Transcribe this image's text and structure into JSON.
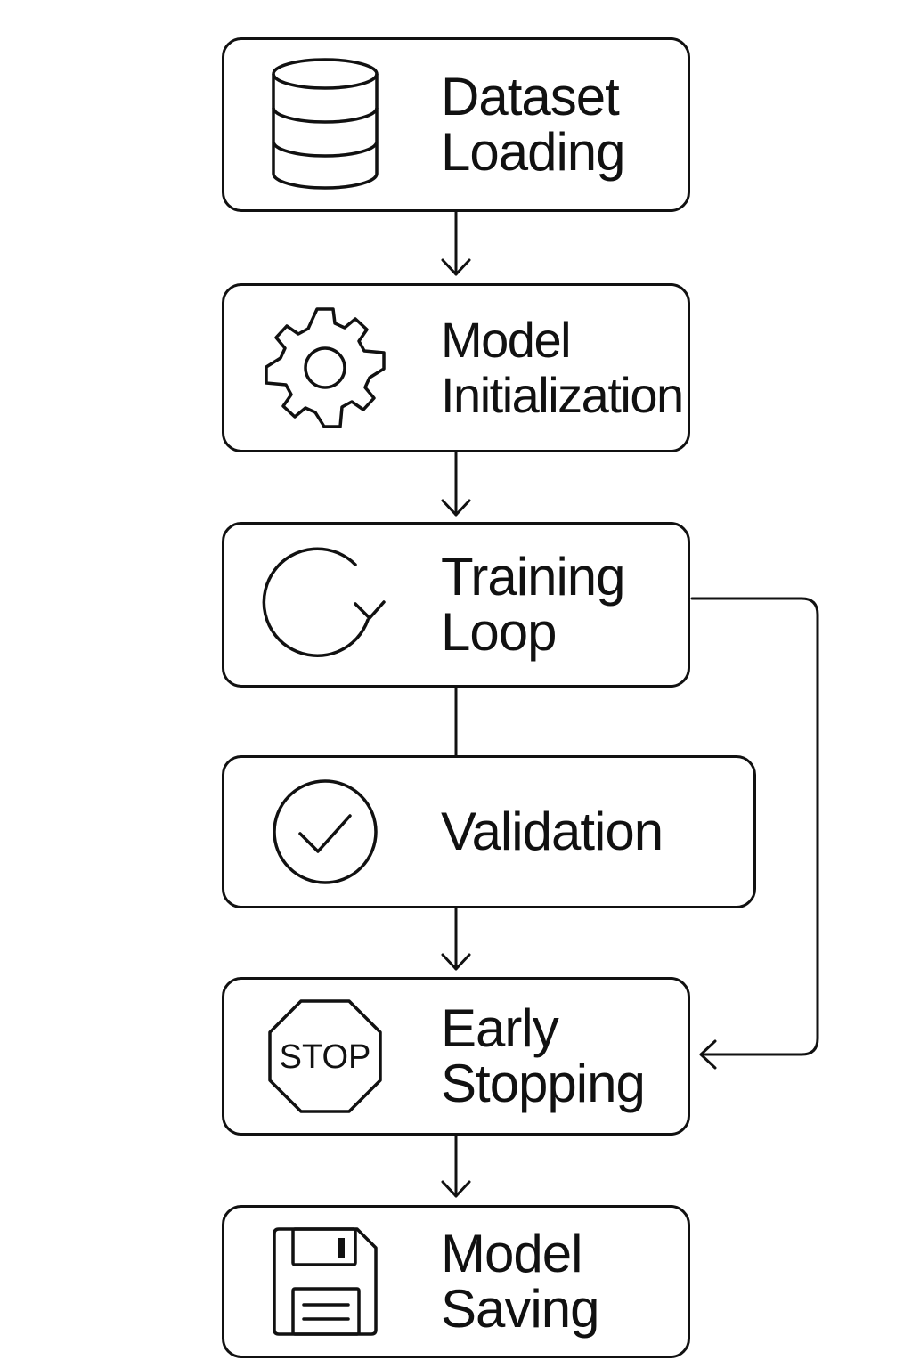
{
  "diagram": {
    "steps": [
      {
        "id": "dataset-loading",
        "lines": [
          "Dataset",
          "Loading"
        ],
        "icon": "database-icon"
      },
      {
        "id": "model-initialization",
        "lines": [
          "Model",
          "Initialization"
        ],
        "icon": "gear-icon"
      },
      {
        "id": "training-loop",
        "lines": [
          "Training",
          "Loop"
        ],
        "icon": "loop-arrow-icon"
      },
      {
        "id": "validation",
        "lines": [
          "Validation"
        ],
        "icon": "check-circle-icon"
      },
      {
        "id": "early-stopping",
        "lines": [
          "Early",
          "Stopping"
        ],
        "icon": "stop-sign-icon",
        "icon_text": "STOP"
      },
      {
        "id": "model-saving",
        "lines": [
          "Model",
          "Saving"
        ],
        "icon": "floppy-disk-icon"
      }
    ],
    "colors": {
      "stroke": "#111111",
      "background": "#ffffff"
    }
  }
}
